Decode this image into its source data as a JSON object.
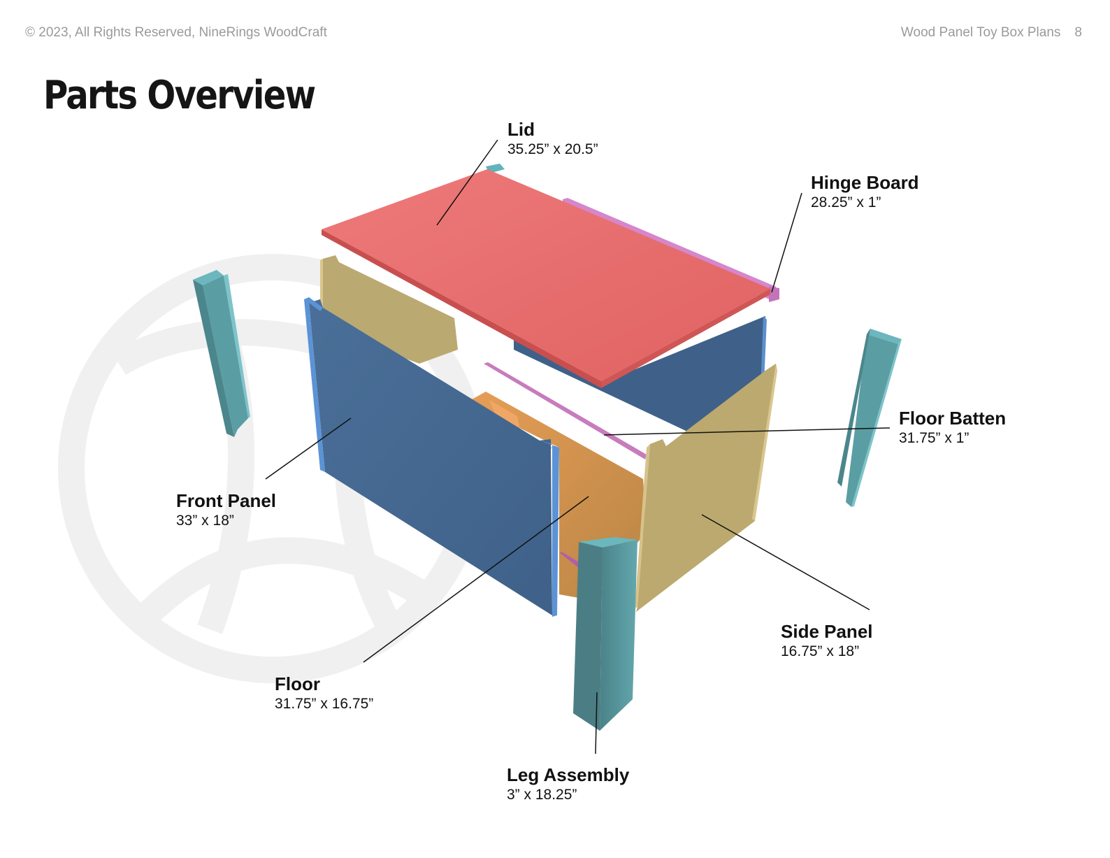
{
  "header": {
    "copyright": "© 2023, All Rights Reserved, NineRings WoodCraft",
    "doc_title": "Wood Panel Toy Box Plans",
    "page_number": "8"
  },
  "title": "Parts Overview",
  "parts": [
    {
      "id": "lid",
      "name": "Lid",
      "dims": "35.25” x 20.5”"
    },
    {
      "id": "hinge_board",
      "name": "Hinge Board",
      "dims": "28.25” x 1”"
    },
    {
      "id": "floor_batten",
      "name": "Floor Batten",
      "dims": "31.75” x 1”"
    },
    {
      "id": "front_panel",
      "name": "Front Panel",
      "dims": "33” x 18”"
    },
    {
      "id": "side_panel",
      "name": "Side Panel",
      "dims": "16.75” x 18”"
    },
    {
      "id": "floor",
      "name": "Floor",
      "dims": "31.75” x 16.75”"
    },
    {
      "id": "leg_assembly",
      "name": "Leg Assembly",
      "dims": "3” x 18.25”"
    }
  ],
  "colors": {
    "lid": "#e66a6a",
    "panel_blue": "#466a93",
    "panel_tan": "#bba972",
    "floor": "#d4914f",
    "batten": "#c77cbd",
    "leg": "#5a9ea4",
    "watermark": "#f1f1f1"
  }
}
